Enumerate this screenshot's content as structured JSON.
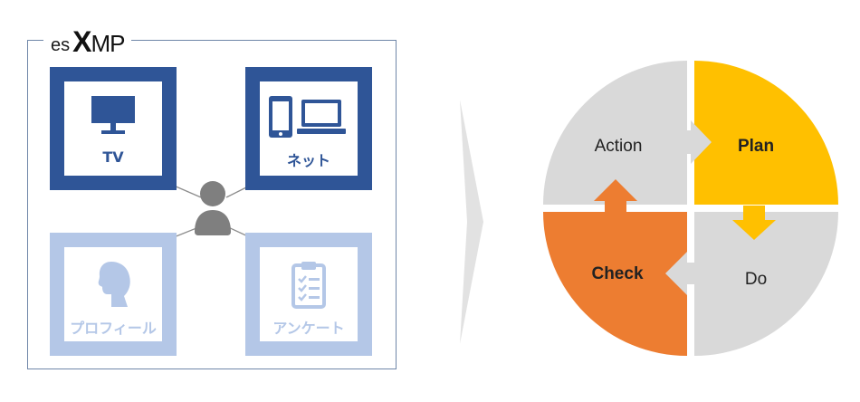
{
  "logo": {
    "part1": "es",
    "part2": "X",
    "part3": "MP"
  },
  "sources": [
    {
      "label": "TV",
      "icon": "tv-icon"
    },
    {
      "label": "ネット",
      "icon": "phone-laptop-icon"
    },
    {
      "label": "プロフィール",
      "icon": "head-profile-icon"
    },
    {
      "label": "アンケート",
      "icon": "clipboard-icon"
    }
  ],
  "pdca": {
    "action": "Action",
    "plan": "Plan",
    "check": "Check",
    "do": "Do"
  },
  "colors": {
    "dark_blue": "#2f5597",
    "light_blue": "#b4c7e7",
    "gray": "#d9d9d9",
    "plan": "#ffc000",
    "check": "#ed7d31",
    "person": "#7f7f7f"
  }
}
